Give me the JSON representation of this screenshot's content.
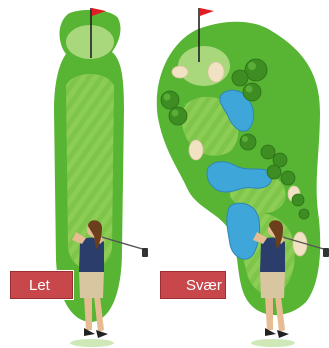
{
  "labels": {
    "easy": "Let",
    "hard": "Svær"
  },
  "colors": {
    "rough": "#58b534",
    "fairway": "#7fc54a",
    "green": "#a9d77b",
    "water": "#3ea6d9",
    "sand": "#f1e2c4",
    "tree": "#3d8d22",
    "flag": "#e11c24",
    "label_background": "#c7474b"
  },
  "icons": {
    "flag": "flag-icon",
    "golfer": "golfer-figure",
    "tree": "tree-icon"
  }
}
